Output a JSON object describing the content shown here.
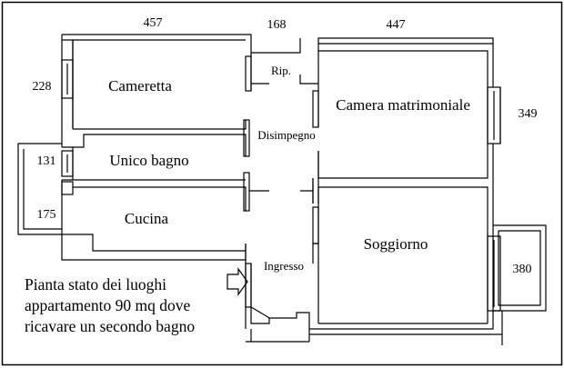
{
  "rooms": {
    "cameretta": "Cameretta",
    "ripostiglio": "Rip.",
    "camera_matrimoniale": "Camera matrimoniale",
    "disimpegno": "Disimpegno",
    "unico_bagno": "Unico bagno",
    "cucina": "Cucina",
    "soggiorno": "Soggiorno",
    "ingresso": "Ingresso"
  },
  "dimensions": {
    "top_left": "457",
    "top_mid": "168",
    "top_right": "447",
    "left_upper": "228",
    "left_mid": "131",
    "left_lower": "175",
    "right_upper": "349",
    "right_lower": "380"
  },
  "note": {
    "line1": "Pianta stato dei luoghi",
    "line2": "appartamento 90 mq dove",
    "line3": "ricavare un secondo bagno"
  }
}
